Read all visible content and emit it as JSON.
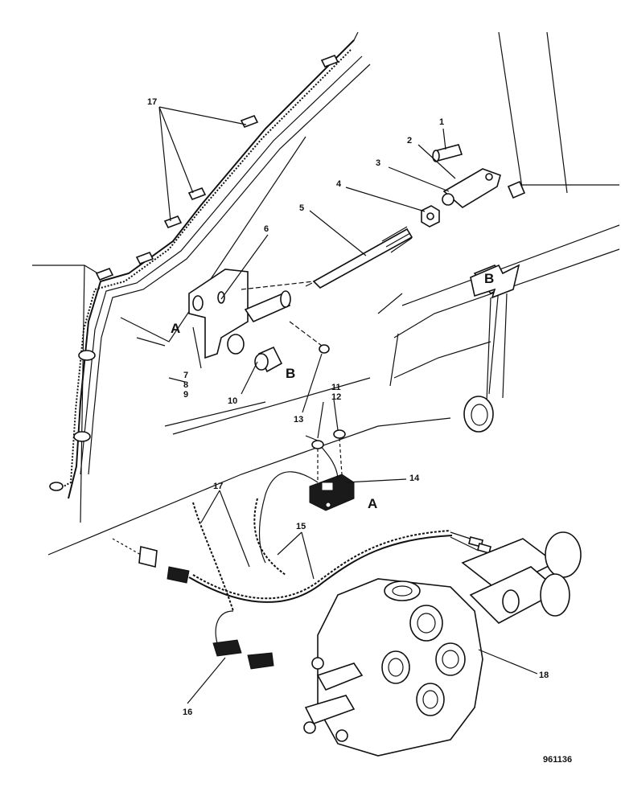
{
  "diagram": {
    "reference": "961136",
    "callouts": {
      "c1": "1",
      "c2": "2",
      "c3": "3",
      "c4": "4",
      "c5": "5",
      "c6": "6",
      "c7": "7",
      "c8": "8",
      "c9": "9",
      "c10": "10",
      "c11": "11",
      "c12": "12",
      "c13": "13",
      "c14": "14",
      "c15": "15",
      "c16": "16",
      "c17a": "17",
      "c17b": "17",
      "c18": "18"
    },
    "view_markers": {
      "a1": "A",
      "a2": "A",
      "b1": "B",
      "b2": "B"
    }
  }
}
